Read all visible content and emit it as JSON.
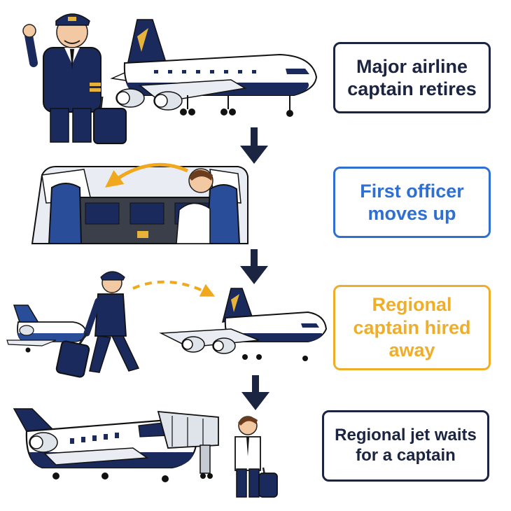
{
  "steps": [
    {
      "label": "Major airline captain retires",
      "color": "#1b2440"
    },
    {
      "label": "First officer moves up",
      "color": "#2f6fd1"
    },
    {
      "label": "Regional captain hired away",
      "color": "#efae2a"
    },
    {
      "label": "Regional jet waits for a captain",
      "color": "#1b2440"
    }
  ],
  "colors": {
    "navy": "#1b2a5c",
    "arrow": "#1b2440",
    "accent_orange": "#f0a81e",
    "skin": "#f3c9a3"
  }
}
